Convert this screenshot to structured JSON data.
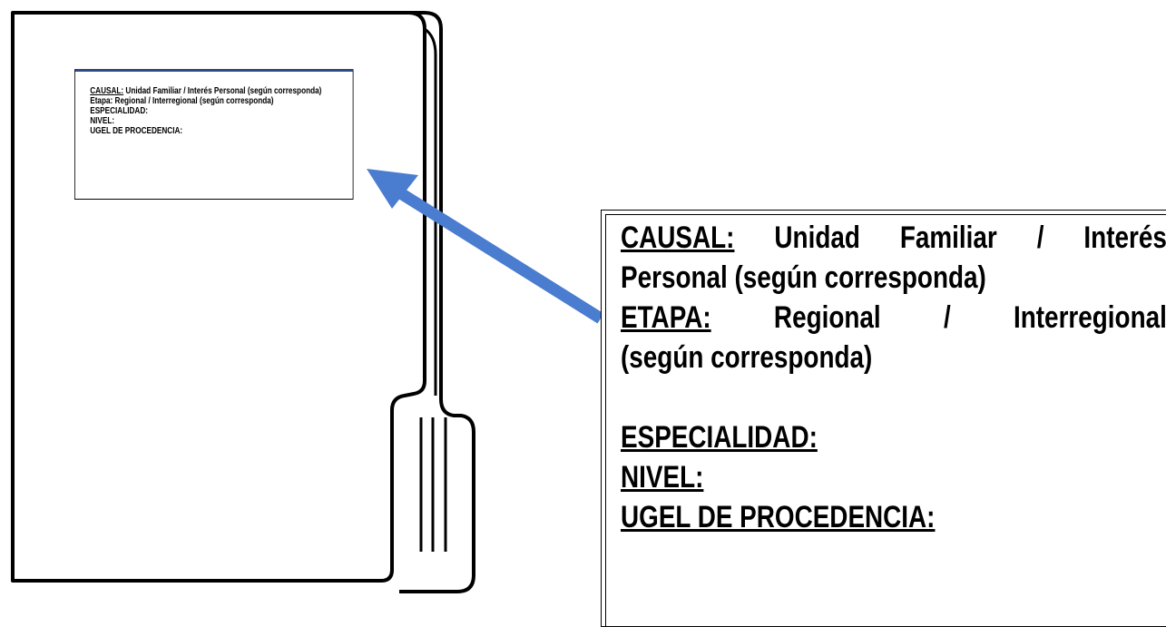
{
  "small_label": {
    "causal_key": "CAUSAL:",
    "causal_value": " Unidad Familiar / Interés Personal (según corresponda)",
    "etapa_line": " Etapa: Regional / Interregional (según corresponda)",
    "especialidad": "ESPECIALIDAD:",
    "nivel": "NIVEL:",
    "ugel": "UGEL DE PROCEDENCIA:"
  },
  "big_label": {
    "causal_key": "CAUSAL:",
    "causal_w1": "Unidad",
    "causal_w2": "Familiar",
    "causal_w3": "/",
    "causal_w4": "Interés",
    "causal_line2": "Personal (según corresponda)",
    "etapa_key": "ETAPA:",
    "etapa_w1": "Regional",
    "etapa_w2": "/",
    "etapa_w3": "Interregional",
    "etapa_line2": "(según corresponda)",
    "especialidad": "ESPECIALIDAD:",
    "nivel": "NIVEL:",
    "ugel": "UGEL DE PROCEDENCIA:"
  },
  "colors": {
    "arrow": "#4a7ccf",
    "label_top_border": "#2b4a86"
  }
}
